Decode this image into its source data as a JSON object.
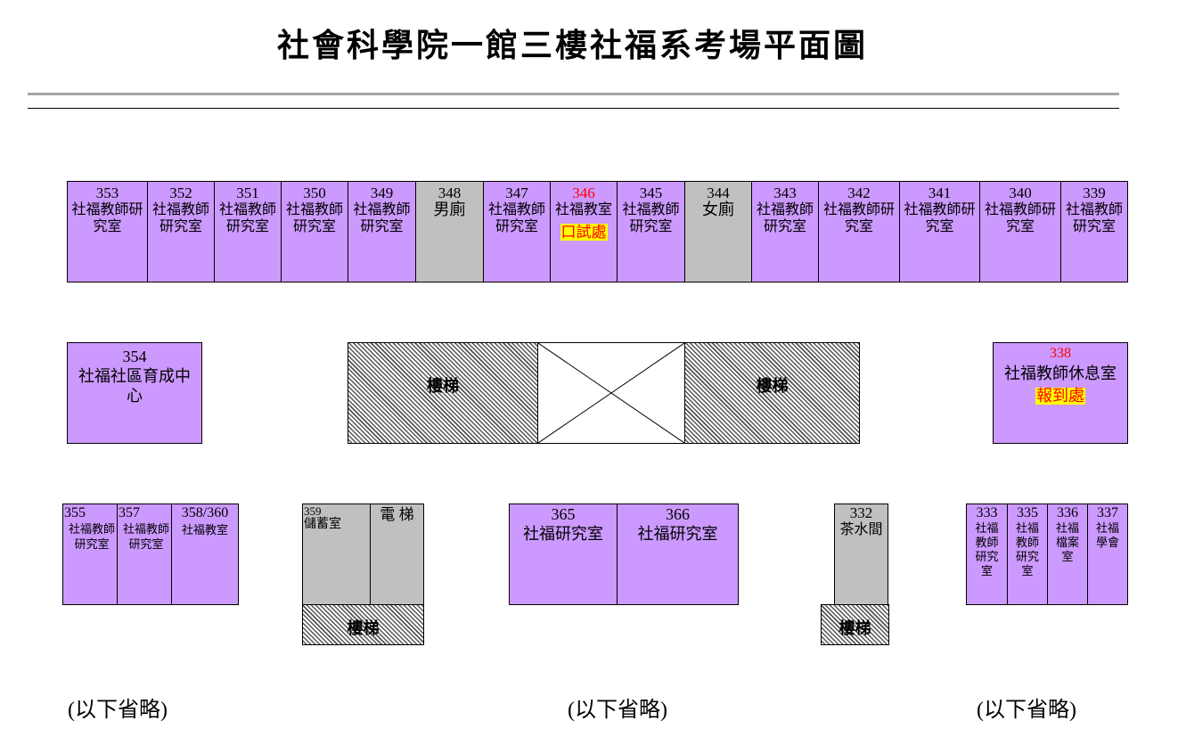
{
  "title": "社會科學院一館三樓社福系考場平面圖",
  "top_row": [
    {
      "num": "353",
      "name": "社福教師研究室"
    },
    {
      "num": "352",
      "name": "社福教師研究室"
    },
    {
      "num": "351",
      "name": "社福教師研究室"
    },
    {
      "num": "350",
      "name": "社福教師研究室"
    },
    {
      "num": "349",
      "name": "社福教師研究室"
    },
    {
      "num": "348",
      "name": "男廁"
    },
    {
      "num": "347",
      "name": "社福教師研究室"
    },
    {
      "num": "346",
      "name": "社福教室",
      "badge": "口試處"
    },
    {
      "num": "345",
      "name": "社福教師研究室"
    },
    {
      "num": "344",
      "name": "女廁"
    },
    {
      "num": "343",
      "name": "社福教師研究室"
    },
    {
      "num": "342",
      "name": "社福教師研究室"
    },
    {
      "num": "341",
      "name": "社福教師研究室"
    },
    {
      "num": "340",
      "name": "社福教師研究室"
    },
    {
      "num": "339",
      "name": "社福教師研究室"
    }
  ],
  "middle": {
    "r354": {
      "num": "354",
      "name": "社福社區育成中心"
    },
    "stair_left": "樓梯",
    "stair_right": "樓梯",
    "r338": {
      "num": "338",
      "name": "社福教師休息室",
      "badge": "報到處"
    }
  },
  "bottom": {
    "r355": {
      "num": "355",
      "name": "社福教師研究室"
    },
    "r357": {
      "num": "357",
      "name": "社福教師研究室"
    },
    "r358": {
      "num": "358/360",
      "name": "社福教室"
    },
    "r359": {
      "num": "359",
      "name": "儲蓄室"
    },
    "elevator": "電 梯",
    "stair_a": "樓梯",
    "r365": {
      "num": "365",
      "name": "社福研究室"
    },
    "r366": {
      "num": "366",
      "name": "社福研究室"
    },
    "r332": {
      "num": "332",
      "name": "茶水間"
    },
    "stair_b": "樓梯",
    "r333": {
      "num": "333",
      "name": "社福教師研究室"
    },
    "r335": {
      "num": "335",
      "name": "社福教師研究室"
    },
    "r336": {
      "num": "336",
      "name": "社福檔案室"
    },
    "r337": {
      "num": "337",
      "name": "社福學會"
    }
  },
  "footnotes": [
    "(以下省略)",
    "(以下省略)",
    "(以下省略)"
  ]
}
